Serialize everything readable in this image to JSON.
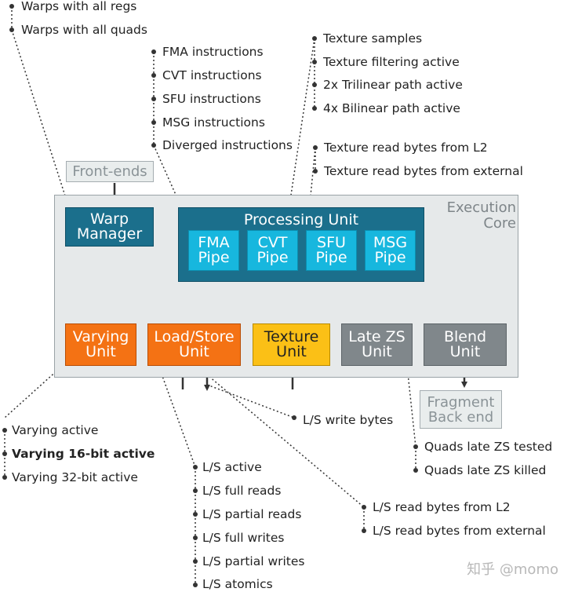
{
  "warp_counters": [
    "Warps with all regs",
    "Warps with all quads"
  ],
  "pipe_counters": [
    "FMA instructions",
    "CVT instructions",
    "SFU instructions",
    "MSG instructions",
    "Diverged instructions"
  ],
  "texture_counters": [
    "Texture samples",
    "Texture filtering active",
    "2x Trilinear path active",
    "4x Bilinear path active"
  ],
  "texture_read_counters": [
    "Texture read bytes from L2",
    "Texture read bytes from external"
  ],
  "varying_counters": [
    {
      "text": "Varying active",
      "bold": false
    },
    {
      "text": "Varying 16-bit active",
      "bold": true
    },
    {
      "text": "Varying 32-bit active",
      "bold": false
    }
  ],
  "ls_write_counter": "L/S write bytes",
  "ls_counters": [
    "L/S active",
    "L/S full reads",
    "L/S partial reads",
    "L/S full writes",
    "L/S partial writes",
    "L/S atomics"
  ],
  "ls_read_counters": [
    "L/S read bytes from L2",
    "L/S read bytes from external"
  ],
  "zs_counters": [
    "Quads late ZS tested",
    "Quads late ZS killed"
  ],
  "blocks": {
    "front_ends": "Front-ends",
    "execution_core": [
      "Execution",
      "Core"
    ],
    "warp_manager": [
      "Warp",
      "Manager"
    ],
    "processing_unit": "Processing Unit",
    "fma_pipe": [
      "FMA",
      "Pipe"
    ],
    "cvt_pipe": [
      "CVT",
      "Pipe"
    ],
    "sfu_pipe": [
      "SFU",
      "Pipe"
    ],
    "msg_pipe": [
      "MSG",
      "Pipe"
    ],
    "varying_unit": [
      "Varying",
      "Unit"
    ],
    "load_store_unit": [
      "Load/Store",
      "Unit"
    ],
    "texture_unit": [
      "Texture",
      "Unit"
    ],
    "late_zs_unit": [
      "Late ZS",
      "Unit"
    ],
    "blend_unit": [
      "Blend",
      "Unit"
    ],
    "fragment_back_end": [
      "Fragment",
      "Back end"
    ]
  },
  "watermark": "知乎 @momo",
  "colors": {
    "blue": "#1b6f8c",
    "cyan": "#17b7de",
    "orange": "#f47214",
    "yellow": "#fbc016",
    "grey": "#80878b",
    "core_bg": "#e6e9ea"
  }
}
